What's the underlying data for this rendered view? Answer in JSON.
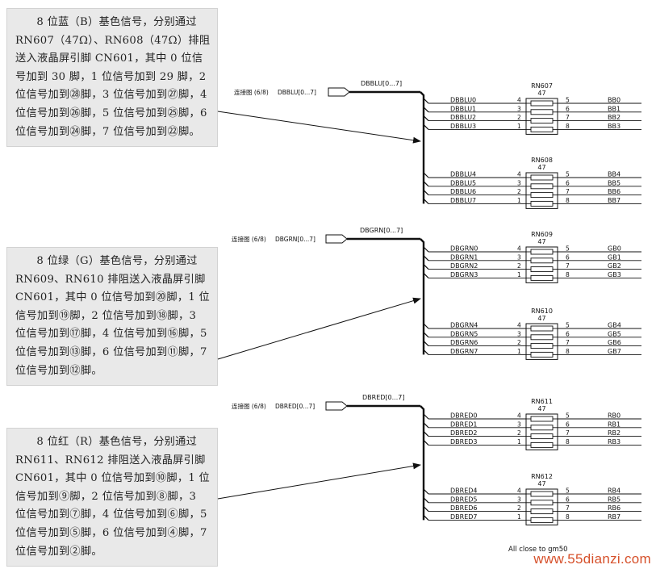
{
  "notes": {
    "blue": "8 位蓝（B）基色信号，分别通过 RN607（47Ω）、RN608（47Ω）排阻送入液晶屏引脚 CN601，其中 0 位信号加到 30 脚，1 位信号加到 29 脚，2 位信号加到㉘脚，3 位信号加到㉗脚，4 位信号加到㉖脚，5 位信号加到㉕脚，6 位信号加到㉔脚，7 位信号加到㉒脚。",
    "green": "8 位绿（G）基色信号，分别通过 RN609、RN610 排阻送入液晶屏引脚 CN601，其中 0 位信号加到⑳脚，1 位信号加到⑲脚，2 位信号加到⑱脚，3 位信号加到⑰脚，4 位信号加到⑯脚，5 位信号加到⑬脚，6 位信号加到⑪脚，7 位信号加到⑫脚。",
    "red": "8 位红（R）基色信号，分别通过 RN611、RN612 排阻送入液晶屏引脚 CN601，其中 0 位信号加到⑩脚，1 位信号加到⑨脚，2 位信号加到⑧脚，3 位信号加到⑦脚，4 位信号加到⑥脚，5 位信号加到⑤脚，6 位信号加到④脚，7 位信号加到②脚。"
  },
  "groups": [
    {
      "ref": "连接图 (6/8)",
      "bus": "DBBLU[0...7]",
      "bus_label": "DBBLU[0...7]",
      "packs": [
        {
          "name": "RN607",
          "value": "47",
          "left_pins": [
            "4",
            "3",
            "2",
            "1"
          ],
          "right_pins": [
            "5",
            "6",
            "7",
            "8"
          ],
          "inputs": [
            "DBBLU0",
            "DBBLU1",
            "DBBLU2",
            "DBBLU3"
          ],
          "outputs": [
            "BB0",
            "BB1",
            "BB2",
            "BB3"
          ]
        },
        {
          "name": "RN608",
          "value": "47",
          "left_pins": [
            "4",
            "3",
            "2",
            "1"
          ],
          "right_pins": [
            "5",
            "6",
            "7",
            "8"
          ],
          "inputs": [
            "DBBLU4",
            "DBBLU5",
            "DBBLU6",
            "DBBLU7"
          ],
          "outputs": [
            "BB4",
            "BB5",
            "BB6",
            "BB7"
          ]
        }
      ]
    },
    {
      "ref": "连接图 (6/8)",
      "bus": "DBGRN[0...7]",
      "bus_label": "DBGRN[0...7]",
      "packs": [
        {
          "name": "RN609",
          "value": "47",
          "left_pins": [
            "4",
            "3",
            "2",
            "1"
          ],
          "right_pins": [
            "5",
            "6",
            "7",
            "8"
          ],
          "inputs": [
            "DBGRN0",
            "DBGRN1",
            "DBGRN2",
            "DBGRN3"
          ],
          "outputs": [
            "GB0",
            "GB1",
            "GB2",
            "GB3"
          ]
        },
        {
          "name": "RN610",
          "value": "47",
          "left_pins": [
            "4",
            "3",
            "2",
            "1"
          ],
          "right_pins": [
            "5",
            "6",
            "7",
            "8"
          ],
          "inputs": [
            "DBGRN4",
            "DBGRN5",
            "DBGRN6",
            "DBGRN7"
          ],
          "outputs": [
            "GB4",
            "GB5",
            "GB6",
            "GB7"
          ]
        }
      ]
    },
    {
      "ref": "连接图 (6/8)",
      "bus": "DBRED[0...7]",
      "bus_label": "DBRED[0...7]",
      "packs": [
        {
          "name": "RN611",
          "value": "47",
          "left_pins": [
            "4",
            "3",
            "2",
            "1"
          ],
          "right_pins": [
            "5",
            "6",
            "7",
            "8"
          ],
          "inputs": [
            "DBRED0",
            "DBRED1",
            "DBRED2",
            "DBRED3"
          ],
          "outputs": [
            "RB0",
            "RB1",
            "RB2",
            "RB3"
          ]
        },
        {
          "name": "RN612",
          "value": "47",
          "left_pins": [
            "4",
            "3",
            "2",
            "1"
          ],
          "right_pins": [
            "5",
            "6",
            "7",
            "8"
          ],
          "inputs": [
            "DBRED4",
            "DBRED5",
            "DBRED6",
            "DBRED7"
          ],
          "outputs": [
            "RB4",
            "RB5",
            "RB6",
            "RB7"
          ]
        }
      ]
    }
  ],
  "footnote": "All close to gm50",
  "watermark": "www.55dianzi.com"
}
